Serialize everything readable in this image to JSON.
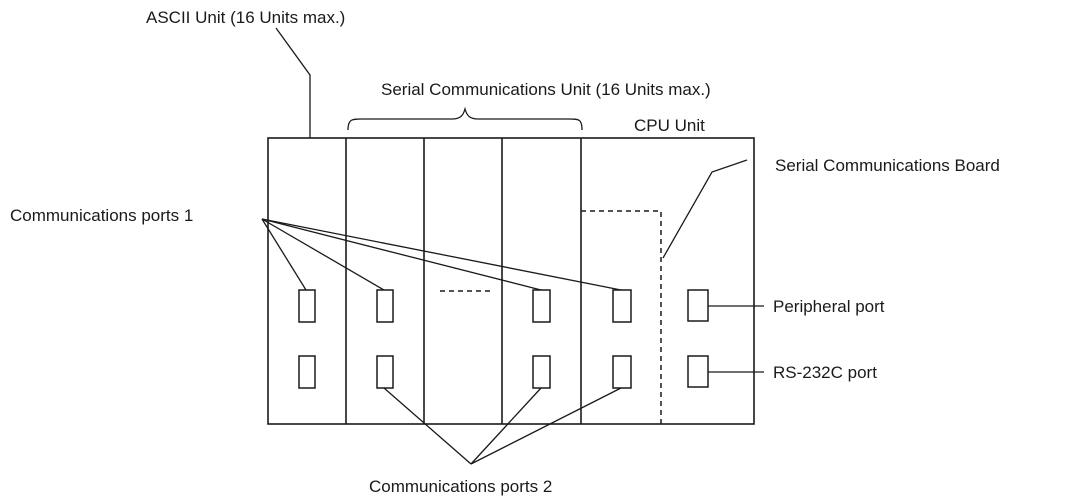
{
  "labels": {
    "ascii_unit": "ASCII Unit (16 Units max.)",
    "serial_unit": "Serial Communications Unit (16 Units max.)",
    "cpu_unit": "CPU Unit",
    "serial_board": "Serial Communications Board",
    "ports_1": "Communications ports 1",
    "peripheral_port": "Peripheral port",
    "rs232c_port": "RS-232C port",
    "ports_2": "Communications ports 2"
  }
}
